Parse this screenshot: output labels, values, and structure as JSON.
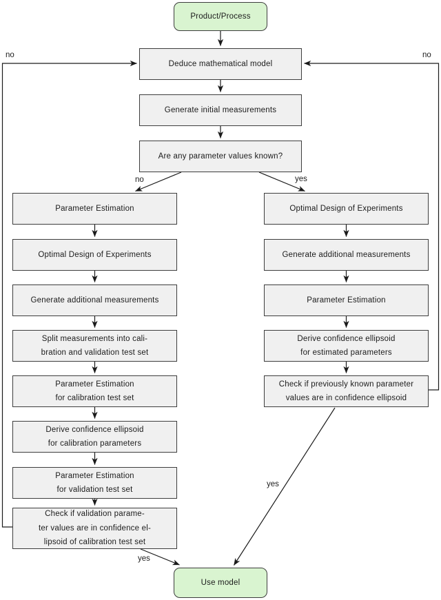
{
  "diagram": {
    "type": "flowchart",
    "nodes": {
      "product_process": "Product/Process",
      "deduce_model": "Deduce mathematical model",
      "generate_initial": "Generate initial measurements",
      "parameters_known_question": "Are any parameter values known?",
      "left_branch": {
        "parameter_estimation": "Parameter Estimation",
        "optimal_design": "Optimal Design of Experiments",
        "generate_additional": "Generate additional measurements",
        "split_measurements": "Split measurements into cali-\nbration and validation test set",
        "estimation_calibration": "Parameter Estimation\nfor calibration test set",
        "ellipsoid_calibration": "Derive confidence ellipsoid\nfor calibration parameters",
        "estimation_validation": "Parameter Estimation\nfor validation test set",
        "check_validation": "Check if validation parame-\nter values are in confidence el-\nlipsoid of calibration test set"
      },
      "right_branch": {
        "optimal_design": "Optimal Design of Experiments",
        "generate_additional": "Generate additional measurements",
        "parameter_estimation": "Parameter Estimation",
        "ellipsoid_estimated": "Derive confidence ellipsoid\nfor estimated parameters",
        "check_previous": "Check if previously known parameter\nvalues are in confidence ellipsoid"
      },
      "use_model": "Use model"
    },
    "edge_labels": {
      "feedback_left_no": "no",
      "feedback_right_no": "no",
      "branch_no": "no",
      "branch_yes": "yes",
      "left_yes": "yes",
      "right_yes": "yes"
    },
    "colors": {
      "process_fill": "#f0f0f0",
      "process_border": "#3c3c3c",
      "terminal_fill": "#d9f4d0",
      "line": "#1a1a1a"
    }
  }
}
